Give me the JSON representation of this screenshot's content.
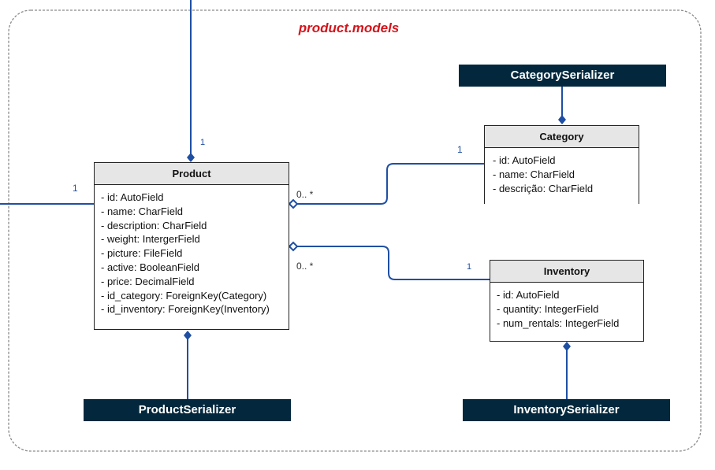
{
  "module_title": "product.models",
  "classes": {
    "product": {
      "name": "Product",
      "attributes": [
        "- id: AutoField",
        "- name: CharField",
        "- description: CharField",
        "- weight: IntergerField",
        "- picture: FileField",
        "- active: BooleanField",
        "- price: DecimalField",
        "- id_category: ForeignKey(Category)",
        "- id_inventory: ForeignKey(Inventory)"
      ]
    },
    "category": {
      "name": "Category",
      "attributes": [
        "- id: AutoField",
        "- name: CharField",
        "- descrição: CharField"
      ]
    },
    "inventory": {
      "name": "Inventory",
      "attributes": [
        "- id: AutoField",
        "- quantity: IntegerField",
        "- num_rentals: IntegerField"
      ]
    }
  },
  "serializers": {
    "category": "CategorySerializer",
    "product": "ProductSerializer",
    "inventory": "InventorySerializer"
  },
  "multiplicities": {
    "top_external": "1",
    "left_external": "1",
    "category_end": "1",
    "product_category_end": "0.. *",
    "product_inventory_end": "0.. *",
    "inventory_end": "1"
  },
  "colors": {
    "connector": "#1f4fa3",
    "title": "#d4141b",
    "serializer_bg": "#03283d",
    "class_header_bg": "#e6e6e6"
  }
}
